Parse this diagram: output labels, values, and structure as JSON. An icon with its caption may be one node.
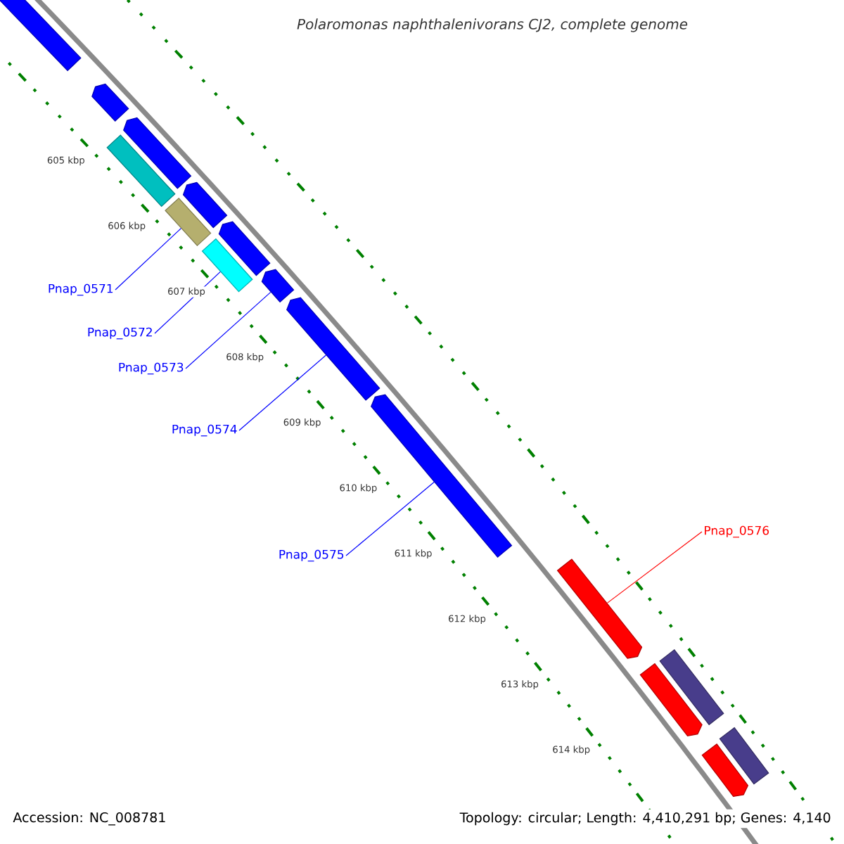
{
  "diagram": {
    "title": "Polaromonas naphthalenivorans CJ2, complete genome",
    "nodes": [
      {
        "text": [
          "Pnap_0571"
        ]
      },
      {
        "text": [
          "Pnap_0572"
        ]
      },
      {
        "text": [
          "Pnap_0573"
        ]
      },
      {
        "text": [
          "Pnap_0574"
        ]
      },
      {
        "text": [
          "Pnap_0575"
        ]
      },
      {
        "text": [
          "Pnap_0576"
        ]
      },
      {
        "text": [],
        "shape": "pentagon"
      },
      {
        "text": [],
        "shape": "pentagon"
      },
      {
        "text": [],
        "shape": "pentagon"
      },
      {
        "text": [],
        "shape": "pentagon"
      },
      {
        "text": [],
        "shape": "pentagon"
      },
      {
        "text": [],
        "shape": "pentagon"
      },
      {
        "text": [],
        "shape": "pentagon"
      },
      {
        "text": [],
        "shape": "pentagon"
      },
      {
        "text": [],
        "shape": "bar"
      },
      {
        "text": [],
        "shape": "bar"
      },
      {
        "text": [],
        "shape": "bar"
      },
      {
        "text": [],
        "shape": "pentagon"
      },
      {
        "text": [],
        "shape": "pentagon"
      },
      {
        "text": [],
        "shape": "pentagon"
      },
      {
        "text": [],
        "shape": "bar"
      },
      {
        "text": [],
        "shape": "bar"
      }
    ],
    "edges": [
      {
        "from": 0,
        "to": 15,
        "arrow": "none"
      },
      {
        "from": 1,
        "to": 16,
        "arrow": "none"
      },
      {
        "from": 2,
        "to": 11,
        "arrow": "none"
      },
      {
        "from": 3,
        "to": 12,
        "arrow": "none"
      },
      {
        "from": 4,
        "to": 13,
        "arrow": "none"
      },
      {
        "from": 5,
        "to": 17,
        "arrow": "none",
        "color": "#ff0000"
      }
    ],
    "labels": [
      "605 kbp",
      "606 kbp",
      "607 kbp",
      "608 kbp",
      "609 kbp",
      "610 kbp",
      "611 kbp",
      "612 kbp",
      "613 kbp",
      "614 kbp",
      "Accession: NC_008781",
      "Topology: circular; Length: 4,410,291 bp; Genes: 4,140"
    ]
  }
}
